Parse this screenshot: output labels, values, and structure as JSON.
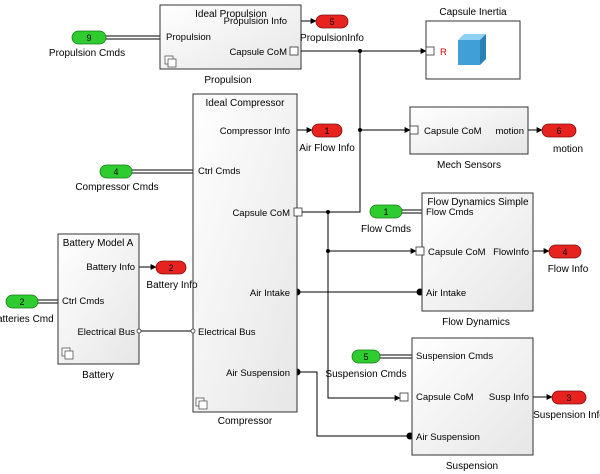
{
  "blocks": {
    "propulsion": {
      "title": "Ideal Propulsion",
      "caption": "Propulsion",
      "in_port": "Propulsion",
      "out_ports": [
        "Propulsion Info",
        "Capsule CoM"
      ]
    },
    "compressor": {
      "title": "Ideal Compressor",
      "caption": "Compressor",
      "in_ports": [
        "Ctrl Cmds",
        "Electrical Bus"
      ],
      "out_ports": [
        "Compressor Info",
        "Capsule CoM",
        "Air Intake",
        "Air Suspension"
      ]
    },
    "battery": {
      "title": "Battery Model A",
      "caption": "Battery",
      "in_port": "Ctrl Cmds",
      "out_ports": [
        "Battery Info",
        "Electrical Bus"
      ]
    },
    "inertia": {
      "title": "Capsule Inertia",
      "port": "R"
    },
    "mech_sensors": {
      "caption": "Mech Sensors",
      "in_port": "Capsule CoM",
      "out_port": "motion"
    },
    "flow_dynamics": {
      "title": "Flow Dynamics Simple",
      "caption": "Flow Dynamics",
      "in_ports": [
        "Flow Cmds",
        "Capsule CoM",
        "Air Intake"
      ],
      "out_port": "FlowInfo"
    },
    "suspension": {
      "caption": "Suspension",
      "in_ports": [
        "Suspension Cmds",
        "Capsule CoM",
        "Air Suspension"
      ],
      "out_port": "Susp Info"
    }
  },
  "inports": [
    {
      "id": "propulsion_cmds",
      "number": "9",
      "label": "Propulsion Cmds"
    },
    {
      "id": "compressor_cmds",
      "number": "4",
      "label": "Compressor Cmds"
    },
    {
      "id": "batteries_cmd",
      "number": "2",
      "label": "Batteries Cmd"
    },
    {
      "id": "flow_cmds",
      "number": "1",
      "label": "Flow Cmds"
    },
    {
      "id": "suspension_cmds",
      "number": "5",
      "label": "Suspension Cmds"
    }
  ],
  "outports": [
    {
      "id": "propulsion_info",
      "number": "5",
      "label": "PropulsionInfo"
    },
    {
      "id": "air_flow_info",
      "number": "1",
      "label": "Air Flow Info"
    },
    {
      "id": "battery_info",
      "number": "2",
      "label": "Battery Info"
    },
    {
      "id": "motion",
      "number": "6",
      "label": "motion"
    },
    {
      "id": "flow_info",
      "number": "4",
      "label": "Flow Info"
    },
    {
      "id": "suspension_info",
      "number": "3",
      "label": "Suspension Info"
    }
  ],
  "colors": {
    "inport_fill": "#2ecc2e",
    "outport_fill": "#e8221f",
    "block_stroke": "#333333",
    "line": "#000000",
    "inertia_cube": "#3f9fd6"
  }
}
